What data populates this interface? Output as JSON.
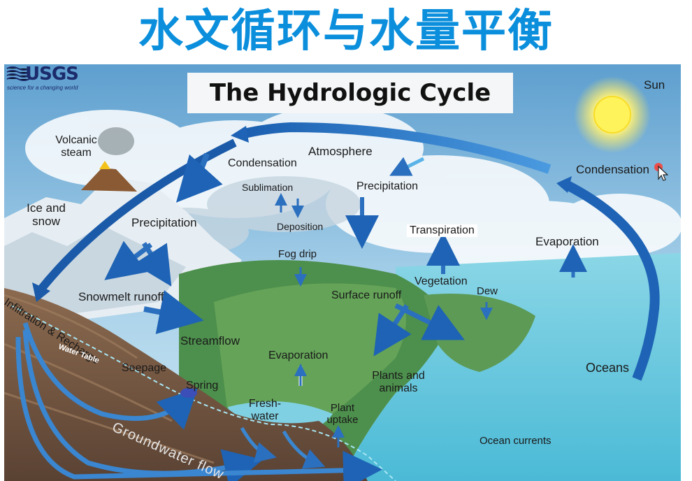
{
  "page_title": "水文循环与水量平衡",
  "diagram": {
    "title": "The Hydrologic Cycle",
    "logo_text": "USGS",
    "logo_tagline": "science for a changing world",
    "labels": {
      "sun": "Sun",
      "volcanic_steam": "Volcanic steam",
      "condensation_left": "Condensation",
      "atmosphere": "Atmosphere",
      "condensation_right": "Condensation",
      "sublimation": "Sublimation",
      "deposition": "Deposition",
      "precipitation_center": "Precipitation",
      "ice_and_snow": "Ice and snow",
      "precipitation_left": "Precipitation",
      "transpiration": "Transpiration",
      "evaporation_ocean": "Evaporation",
      "fog_drip": "Fog drip",
      "vegetation": "Vegetation",
      "dew": "Dew",
      "surface_runoff": "Surface runoff",
      "snowmelt_runoff": "Snowmelt runoff",
      "infiltration_recharge": "Infiltration & Recharge",
      "streamflow": "Streamflow",
      "water_table": "Water Table",
      "evaporation_land": "Evaporation",
      "plants_and_animals": "Plants and animals",
      "oceans": "Oceans",
      "seepage": "Seepage",
      "spring": "Spring",
      "freshwater": "Fresh- water",
      "plant_uptake": "Plant uptake",
      "ocean_currents": "Ocean currents",
      "groundwater_flow": "Groundwater flow"
    }
  },
  "colors": {
    "page_title": "#0b8fdc",
    "sky": "#7fb9d9",
    "ocean": "#5bc6dd",
    "land_green": "#3f8c4a",
    "soil": "#6b4f3a",
    "arrow_blue": "#1e63b5"
  }
}
